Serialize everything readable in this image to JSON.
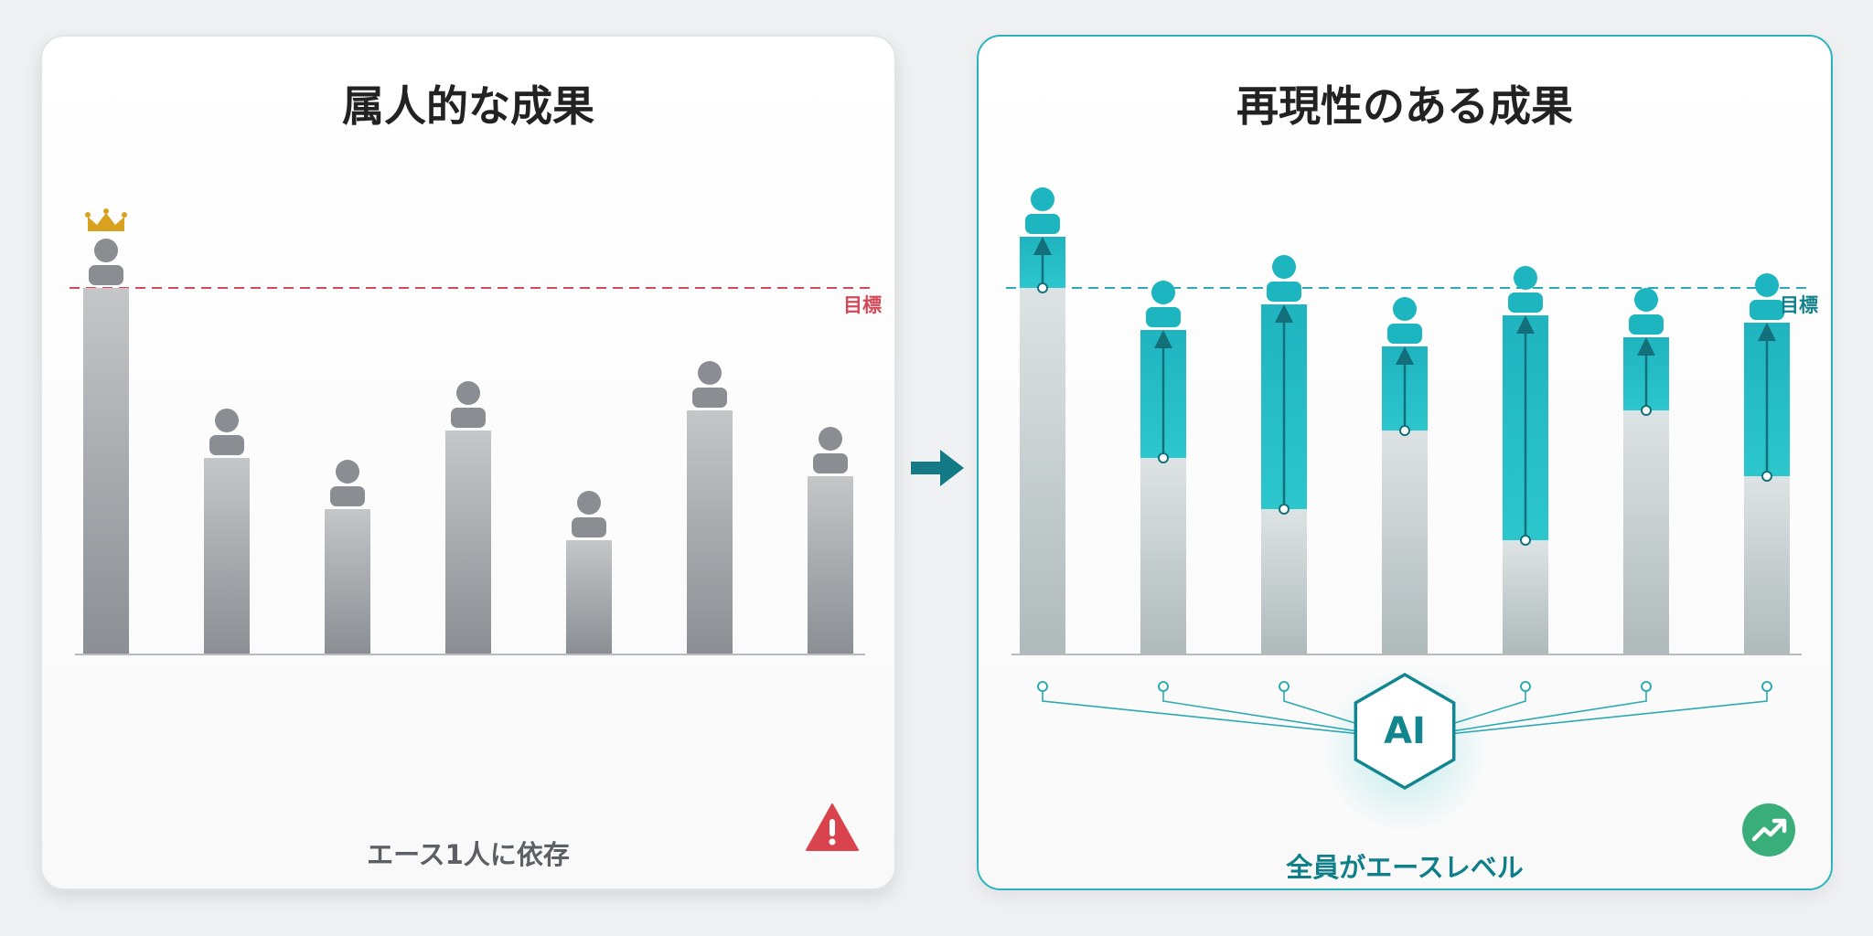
{
  "left_panel": {
    "title": "属人的な成果",
    "goal_label": "目標",
    "caption": "エース1人に依存",
    "goal_value": 100,
    "bar_values": [
      100,
      53.5,
      39.5,
      61,
      31,
      66.5,
      48.5
    ],
    "top_performer_index": 0,
    "icons": [
      "crown-icon",
      "person-icon",
      "warning-icon"
    ],
    "colors": {
      "bar": "#9a9ea2",
      "goal_line": "#d24a57",
      "warning": "#d9434e"
    }
  },
  "right_panel": {
    "title": "再現性のある成果",
    "goal_label": "目標",
    "caption": "全員がエースレベル",
    "hub_label": "AI",
    "goal_value": 100,
    "base_values": [
      100,
      53.5,
      39.5,
      61,
      31,
      66.5,
      48.5
    ],
    "boosted_values": [
      114,
      88.5,
      95.5,
      84,
      92.5,
      86.5,
      90.5
    ],
    "icons": [
      "person-icon",
      "up-arrow-icon",
      "hexagon-icon",
      "trend-up-icon"
    ],
    "colors": {
      "base_bar": "#c5cfd0",
      "boost_bar": "#1db5bf",
      "goal_line": "#2ea9b3",
      "hub": "#12868f",
      "growth": "#3aae7a"
    }
  },
  "transition_icon": "right-arrow-icon"
}
